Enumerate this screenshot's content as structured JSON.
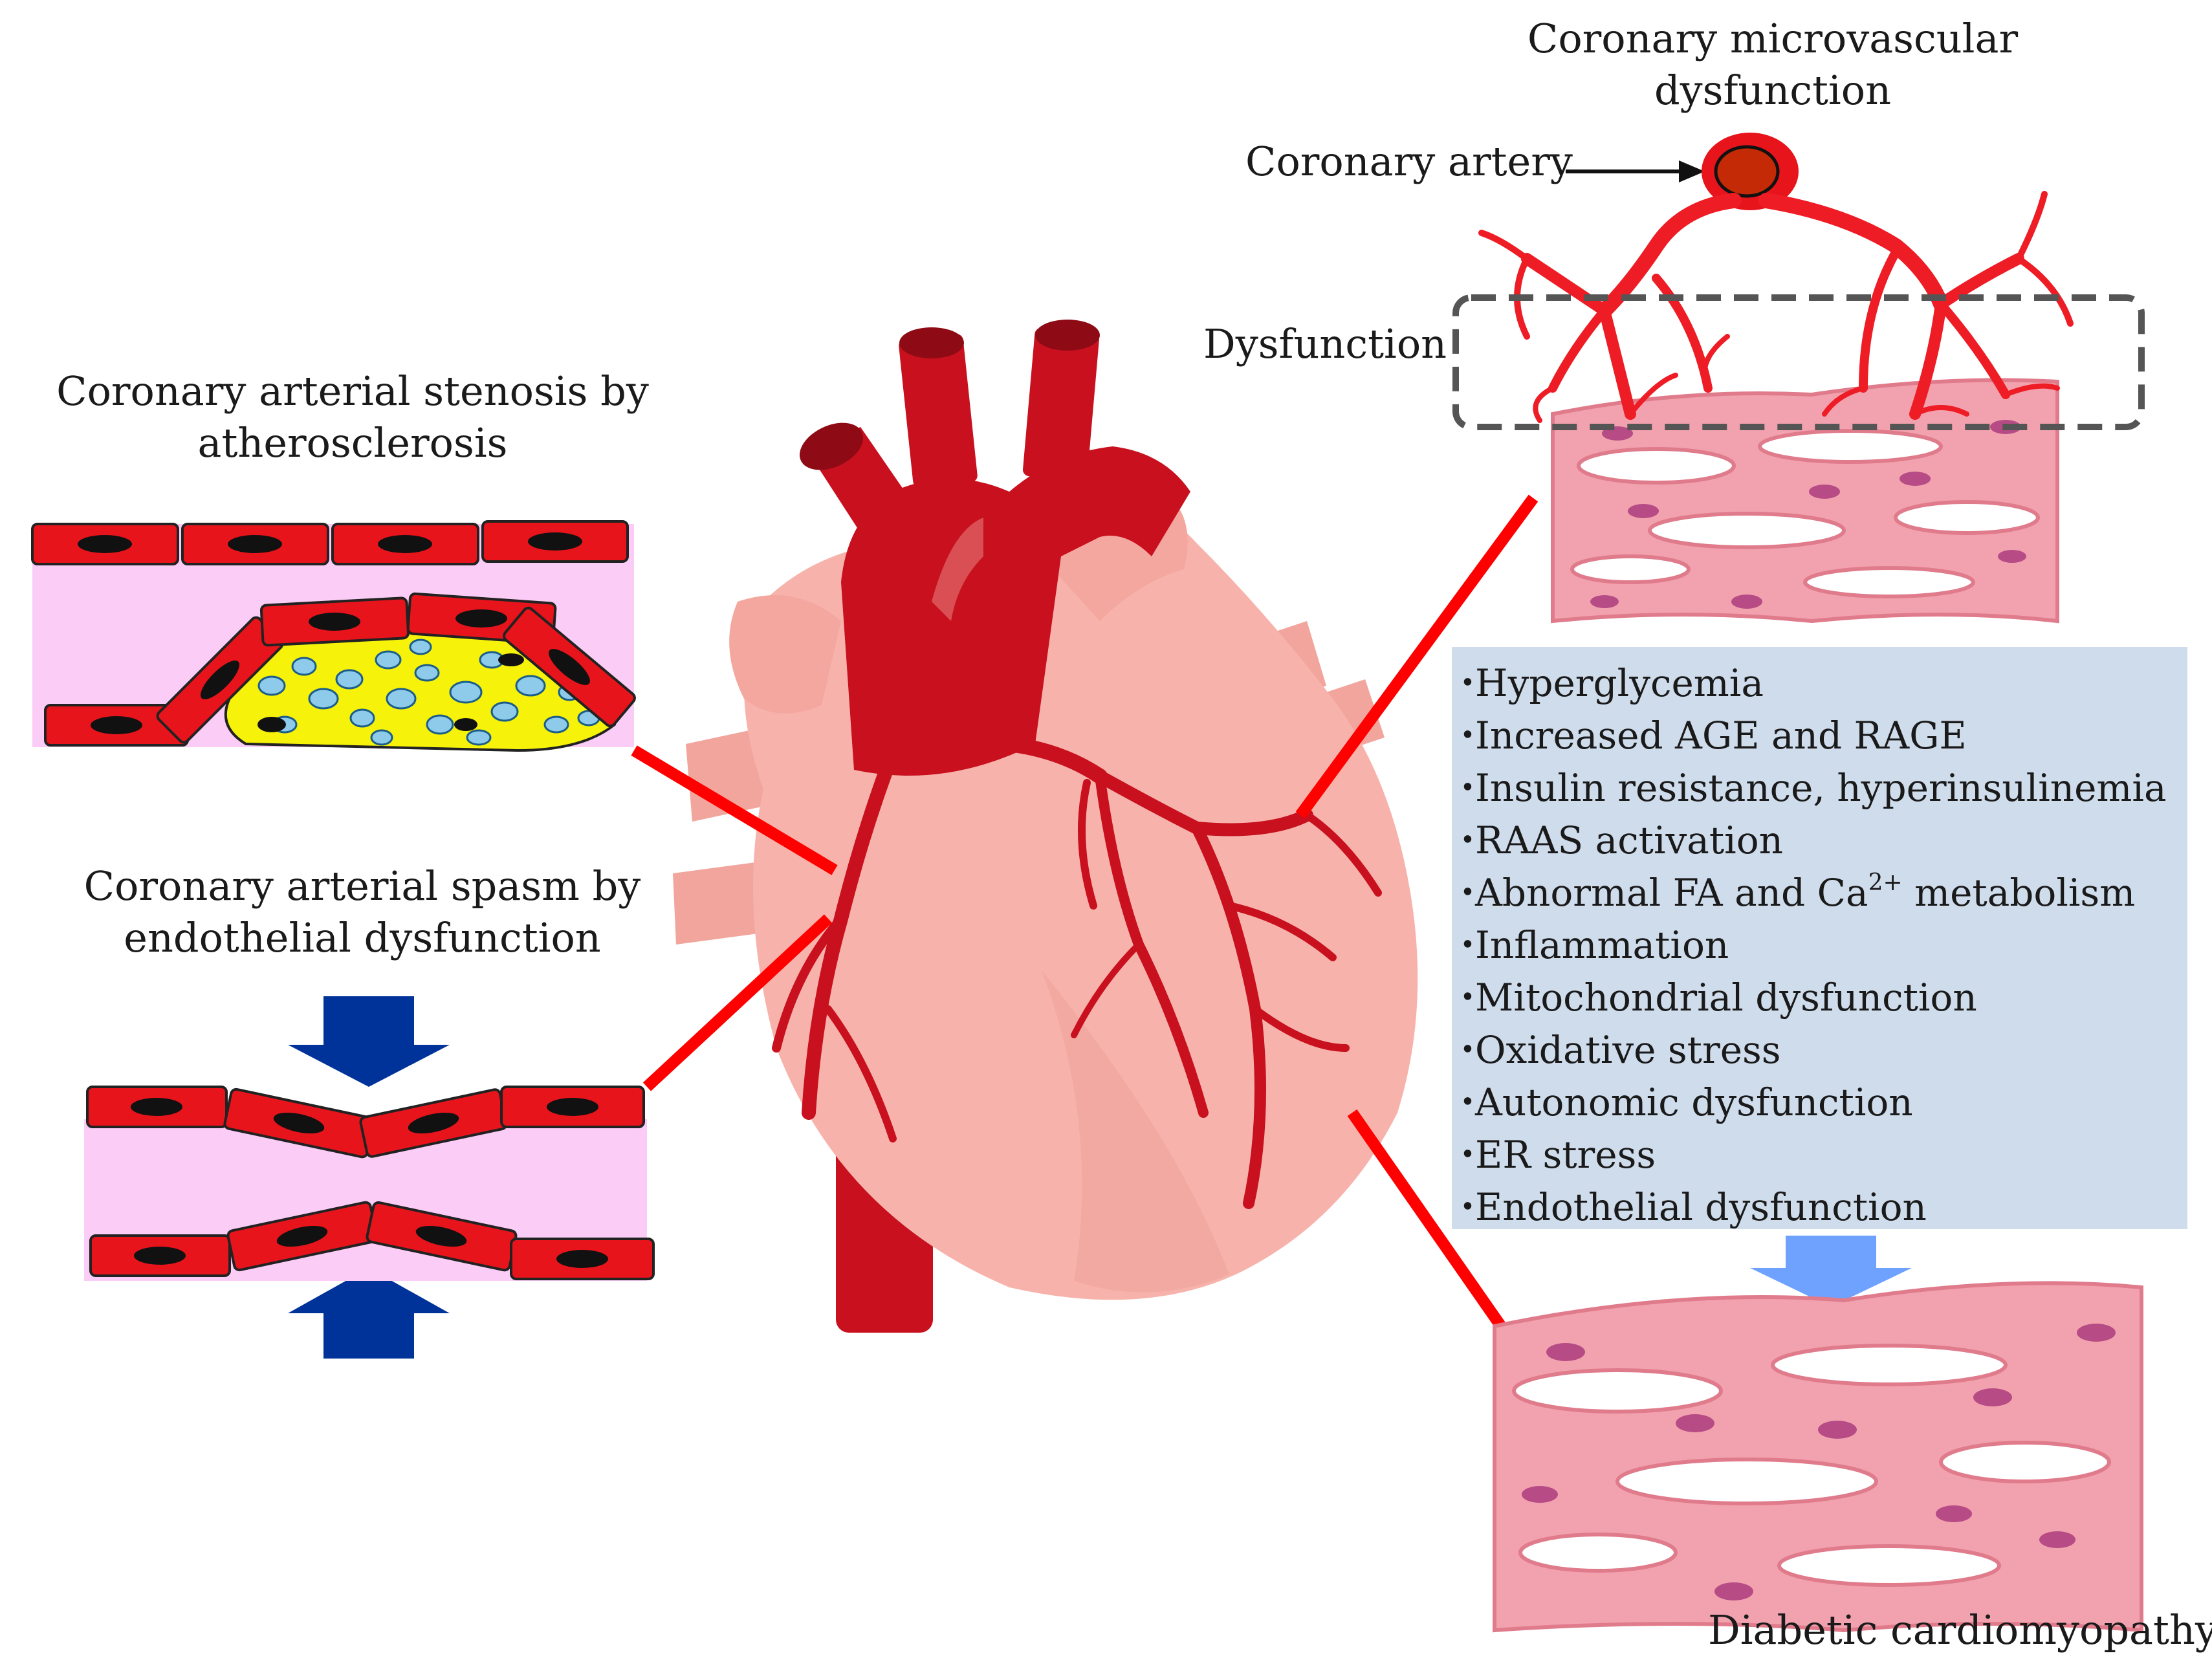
{
  "labels": {
    "microvascular_title": [
      "Coronary microvascular",
      "dysfunction"
    ],
    "coronary_artery": "Coronary artery",
    "dysfunction": "Dysfunction",
    "stenosis_title": [
      "Coronary arterial stenosis by",
      "atherosclerosis"
    ],
    "spasm_title": [
      "Coronary arterial spasm by",
      "endothelial dysfunction"
    ],
    "cardiomyopathy": "Diabetic cardiomyopathy"
  },
  "factor_bullet": "･",
  "factors": [
    {
      "text": "Hyperglycemia"
    },
    {
      "text": "Increased AGE and RAGE"
    },
    {
      "text": "Insulin resistance, hyperinsulinemia"
    },
    {
      "text": "RAAS activation"
    },
    {
      "text": "Abnormal FA and Ca",
      "sup": "2+",
      "tail": " metabolism"
    },
    {
      "text": "Inflammation"
    },
    {
      "text": "Mitochondrial dysfunction"
    },
    {
      "text": "Oxidative stress"
    },
    {
      "text": "Autonomic dysfunction"
    },
    {
      "text": "ER stress"
    },
    {
      "text": "Endothelial dysfunction"
    }
  ],
  "colors": {
    "heart_body": "#f7b3ab",
    "heart_shadow": "#e8958d",
    "vessel": "#c8101e",
    "vessel_dark": "#a30d18",
    "endothelial_cell": "#e8141c",
    "cell_nucleus": "#111111",
    "lumen": "#fbcdf6",
    "plaque": "#f6f20a",
    "lipid": "#8ecbea",
    "muscle": "#f2a2ae",
    "muscle_line": "#e07b8c",
    "muscle_nucleus": "#b64b86",
    "pressure_arrow": "#003399",
    "outcome_arrow": "#6fa2ff",
    "connector": "#ff0000",
    "box_fill": "#cfdcec"
  }
}
